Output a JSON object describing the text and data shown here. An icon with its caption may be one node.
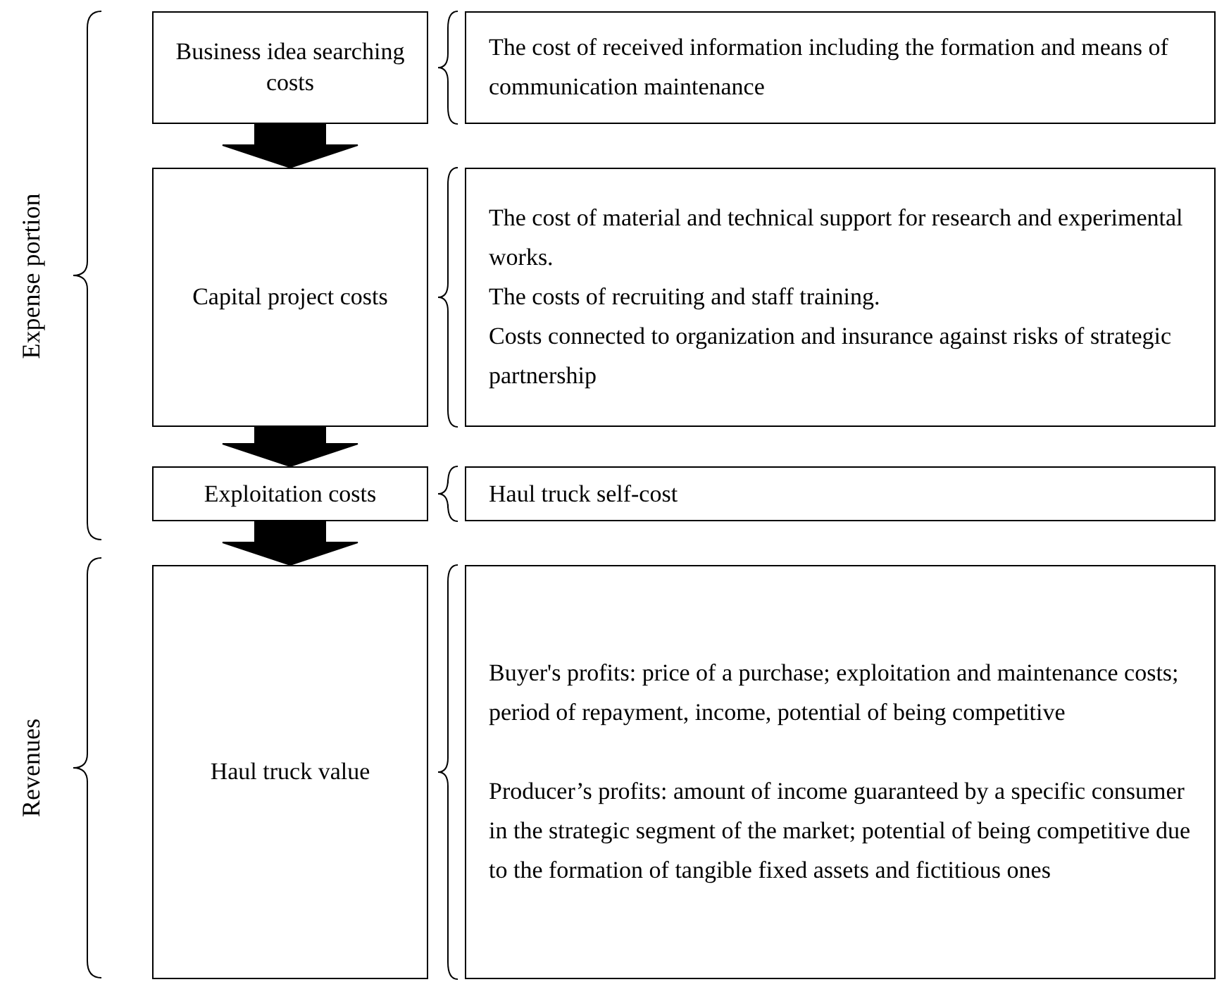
{
  "diagram": {
    "nodes": [
      {
        "text": [
          "Business idea searching costs"
        ]
      },
      {
        "text": [
          "The cost of received information including the formation and means of communication maintenance"
        ]
      },
      {
        "text": [
          "Capital project costs"
        ]
      },
      {
        "text": [
          "The cost of material and technical support for research and experimental works.",
          "The costs of recruiting and staff training.",
          "Costs connected to organization and insurance against risks of strategic partnership"
        ]
      },
      {
        "text": [
          "Exploitation costs"
        ]
      },
      {
        "text": [
          "Haul truck self-cost"
        ]
      },
      {
        "text": [
          "Haul truck value"
        ]
      },
      {
        "text": [
          "Buyer's profits: price of a purchase; exploitation and maintenance costs; period of repayment, income, potential of being competitive",
          "Producer’s profits: amount of income guaranteed by a specific consumer in the strategic segment of the market; potential of being competitive due to the formation of tangible fixed assets and fictitious ones"
        ]
      }
    ],
    "edges": [
      {
        "from": 0,
        "to": 2,
        "arrow": "to",
        "style": "thick"
      },
      {
        "from": 2,
        "to": 4,
        "arrow": "to",
        "style": "thick"
      },
      {
        "from": 4,
        "to": 6,
        "arrow": "to",
        "style": "thick"
      }
    ],
    "labels": [
      "Expense portion",
      "Revenues"
    ]
  }
}
